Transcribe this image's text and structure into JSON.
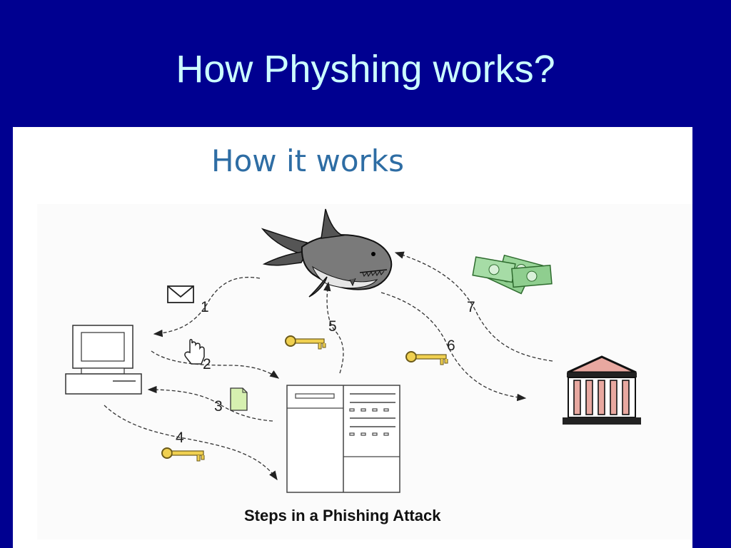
{
  "slide": {
    "title": "How Physhing works?"
  },
  "figure": {
    "heading": "How it works",
    "caption": "Steps in a Phishing Attack",
    "steps": [
      "1",
      "2",
      "3",
      "4",
      "5",
      "6",
      "7"
    ]
  },
  "colors": {
    "background": "#000090",
    "title": "#ccffff",
    "heading": "#2e6da4",
    "panel": "#ffffff"
  },
  "icons": [
    "shark-icon",
    "envelope-icon",
    "computer-icon",
    "hand-cursor-icon",
    "document-icon",
    "key-icon",
    "server-icon",
    "bank-icon",
    "money-icon"
  ]
}
